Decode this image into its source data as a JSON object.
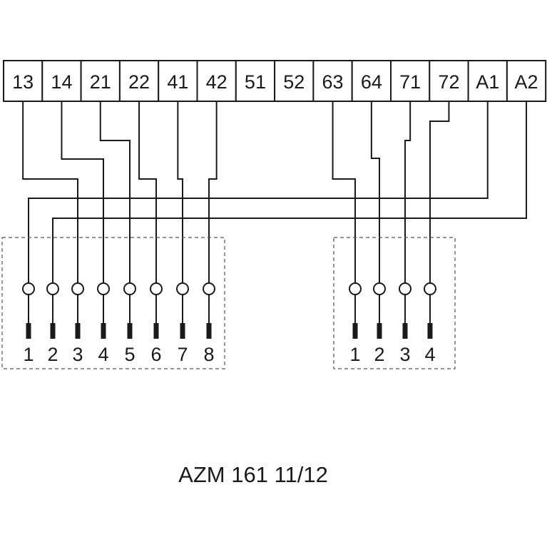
{
  "terminal_strip": {
    "terminals": [
      "13",
      "14",
      "21",
      "22",
      "41",
      "42",
      "51",
      "52",
      "63",
      "64",
      "71",
      "72",
      "A1",
      "A2"
    ]
  },
  "connector_8pin": {
    "pins": [
      "1",
      "2",
      "3",
      "4",
      "5",
      "6",
      "7",
      "8"
    ],
    "wiring": [
      {
        "pin": "1",
        "terminal": "A1"
      },
      {
        "pin": "2",
        "terminal": "A2"
      },
      {
        "pin": "3",
        "terminal": "13"
      },
      {
        "pin": "4",
        "terminal": "14"
      },
      {
        "pin": "5",
        "terminal": "21"
      },
      {
        "pin": "6",
        "terminal": "22"
      },
      {
        "pin": "7",
        "terminal": "41"
      },
      {
        "pin": "8",
        "terminal": "42"
      }
    ]
  },
  "connector_4pin": {
    "pins": [
      "1",
      "2",
      "3",
      "4"
    ],
    "wiring": [
      {
        "pin": "1",
        "terminal": "63"
      },
      {
        "pin": "2",
        "terminal": "64"
      },
      {
        "pin": "3",
        "terminal": "71"
      },
      {
        "pin": "4",
        "terminal": "72"
      }
    ]
  },
  "model_label": "AZM 161 11/12"
}
